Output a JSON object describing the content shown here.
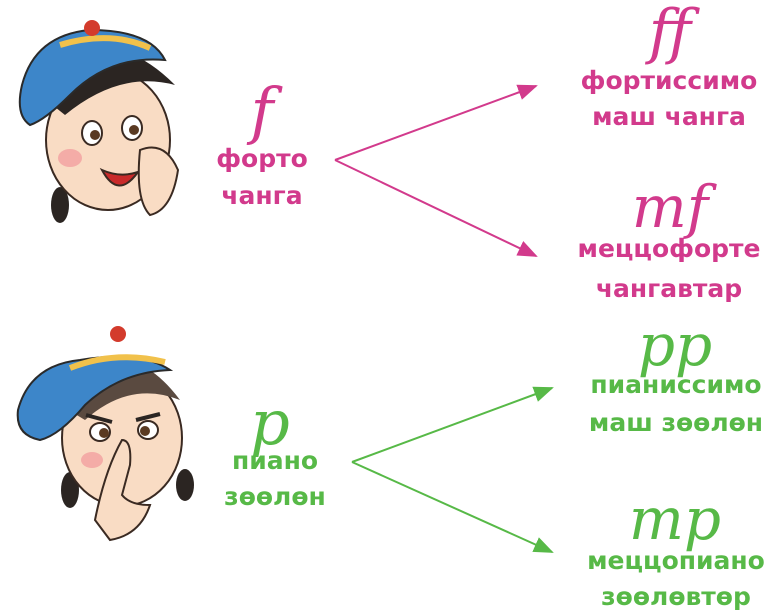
{
  "loud": {
    "main": {
      "symbol": "f",
      "name": "форто",
      "meaning": "чанга"
    },
    "high": {
      "symbol": "ff",
      "name": "фортиссимо",
      "meaning": "маш чанга"
    },
    "mid": {
      "symbol": "mf",
      "name": "меццофорте",
      "meaning": "чангавтар"
    }
  },
  "soft": {
    "main": {
      "symbol": "p",
      "name": "пиано",
      "meaning": "зөөлөн"
    },
    "high": {
      "symbol": "pp",
      "name": "пианиссимо",
      "meaning": "маш зөөлөн"
    },
    "mid": {
      "symbol": "mp",
      "name": "меццопиано",
      "meaning": "зөөлөвтөр"
    }
  },
  "colors": {
    "loud": "#d23a8c",
    "soft": "#57b947",
    "skin": "#f9dcc4",
    "hat_blue": "#3d86c9",
    "hair": "#2b2522"
  },
  "icons": [
    "shouting-child-illustration",
    "shushing-child-illustration"
  ]
}
